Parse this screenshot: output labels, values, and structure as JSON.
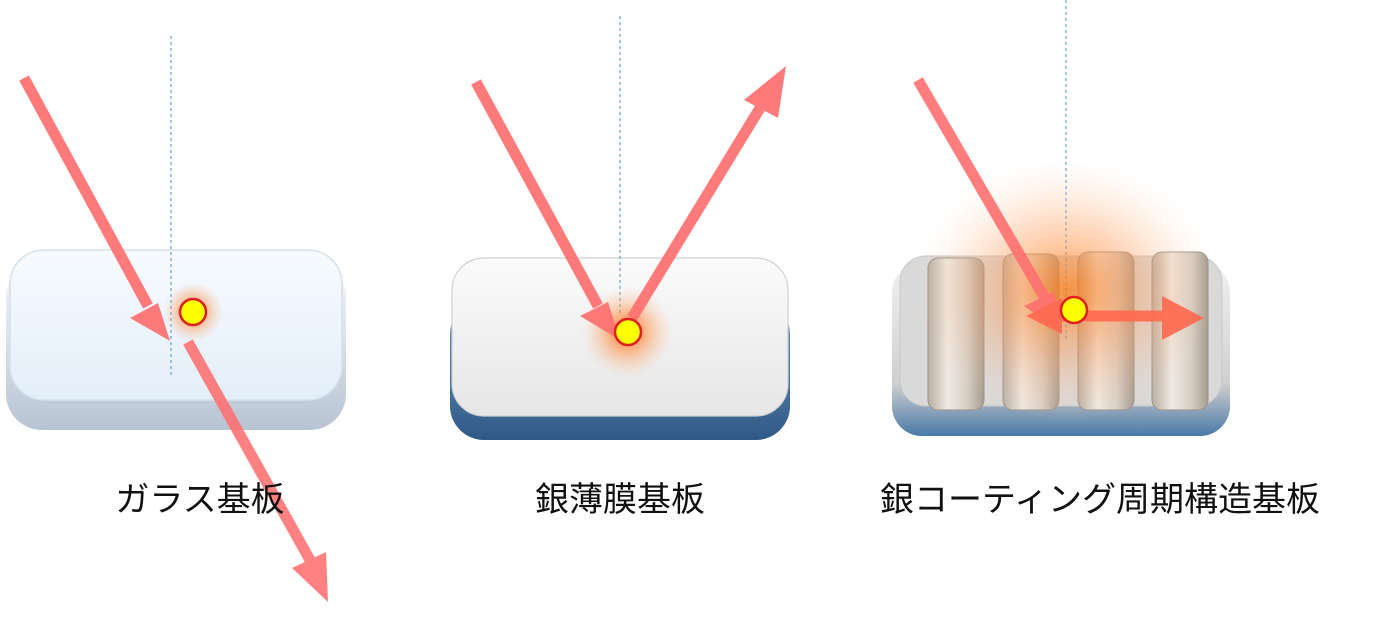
{
  "panels": [
    {
      "id": "glass",
      "label": "ガラス基板"
    },
    {
      "id": "silver-film",
      "label": "銀薄膜基板"
    },
    {
      "id": "silver-grating",
      "label": "銀コーティング周期構造基板"
    }
  ],
  "colors": {
    "beam": "#ff7070",
    "normal_line": "#6a9fd4",
    "glass_top": "#eef5fc",
    "glass_edge": "#c9d6e4",
    "silver_top": "#f3f3f3",
    "silver_base": "#3f6f9f",
    "grating_ridge": "#d7cfc6",
    "particle_fill": "#ffff00",
    "particle_stroke": "#e02020",
    "glow": "#ff7a1a"
  },
  "icons": {
    "particle": "molecule-dot-icon",
    "beam": "arrow-icon"
  }
}
